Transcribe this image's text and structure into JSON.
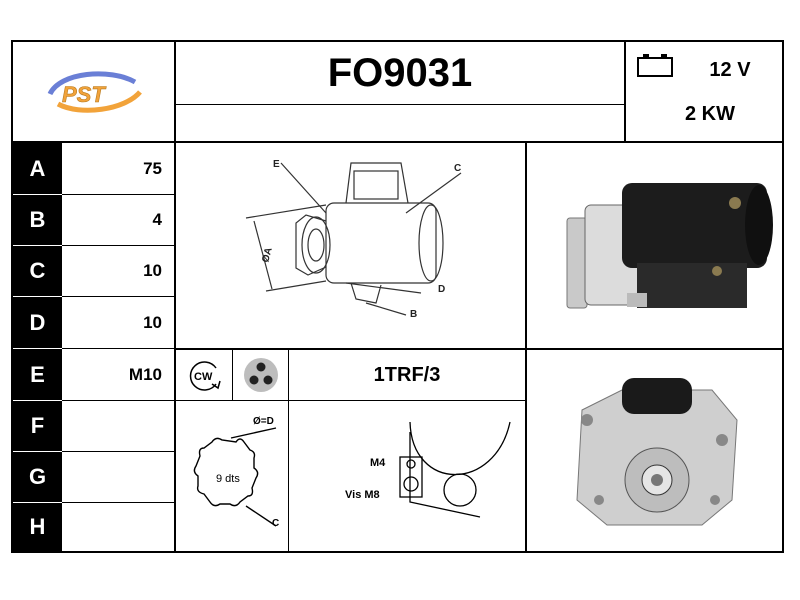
{
  "header": {
    "logo_text": "PST",
    "title": "FO9031",
    "voltage": "12 V",
    "power": "2 KW"
  },
  "dimensions": {
    "rows": [
      {
        "letter": "A",
        "value": "75"
      },
      {
        "letter": "B",
        "value": "4"
      },
      {
        "letter": "C",
        "value": "10"
      },
      {
        "letter": "D",
        "value": "10"
      },
      {
        "letter": "E",
        "value": "M10"
      },
      {
        "letter": "F",
        "value": ""
      },
      {
        "letter": "G",
        "value": ""
      },
      {
        "letter": "H",
        "value": ""
      }
    ]
  },
  "diagram_labels": {
    "e": "E",
    "c": "C",
    "a": "ØA",
    "d": "D",
    "b": "B"
  },
  "rotation": {
    "direction": "CW",
    "code": "1TRF/3"
  },
  "pinion": {
    "teeth": "9 dts",
    "diameter": "Ø=D",
    "c": "C"
  },
  "mounting": {
    "m4": "M4",
    "vis": "Vis M8"
  },
  "colors": {
    "border": "#000000",
    "letter_bg": "#000000",
    "letter_fg": "#ffffff",
    "logo_orange": "#f2a33a",
    "logo_blue": "#6a7fd6"
  }
}
